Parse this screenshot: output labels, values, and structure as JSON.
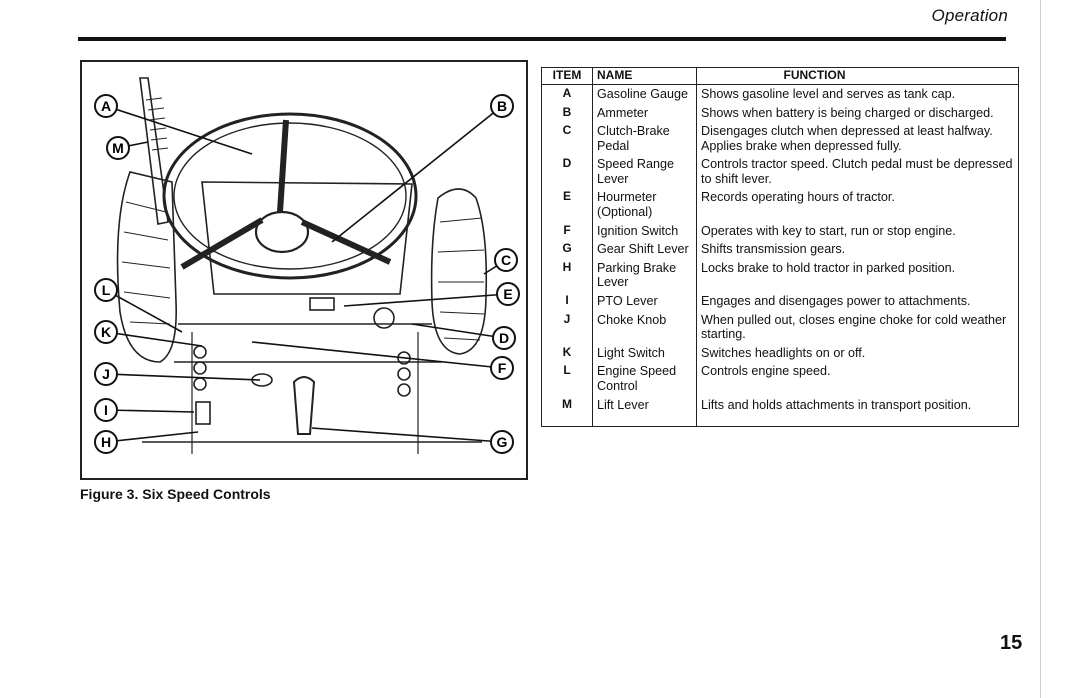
{
  "header": {
    "section_title": "Operation"
  },
  "figure": {
    "caption": "Figure 3. Six Speed Controls",
    "callouts": [
      "A",
      "B",
      "C",
      "D",
      "E",
      "F",
      "G",
      "H",
      "I",
      "J",
      "K",
      "L",
      "M"
    ]
  },
  "table": {
    "headers": {
      "item": "ITEM",
      "name": "NAME",
      "function": "FUNCTION"
    },
    "rows": [
      {
        "item": "A",
        "name": "Gasoline Gauge",
        "function": "Shows gasoline level and serves as tank cap."
      },
      {
        "item": "B",
        "name": "Ammeter",
        "function": "Shows when battery is being charged or discharged."
      },
      {
        "item": "C",
        "name": "Clutch-Brake Pedal",
        "function": "Disengages clutch when depressed at least halfway. Applies brake when depressed fully."
      },
      {
        "item": "D",
        "name": "Speed Range Lever",
        "function": "Controls tractor speed. Clutch pedal must be depressed to shift lever."
      },
      {
        "item": "E",
        "name": "Hourmeter (Optional)",
        "function": "Records operating hours of tractor."
      },
      {
        "item": "F",
        "name": "Ignition Switch",
        "function": "Operates with key to start, run or stop engine."
      },
      {
        "item": "G",
        "name": "Gear Shift Lever",
        "function": "Shifts transmission gears."
      },
      {
        "item": "H",
        "name": "Parking Brake Lever",
        "function": "Locks brake to hold tractor in parked position."
      },
      {
        "item": "I",
        "name": "PTO Lever",
        "function": "Engages and disengages power to attachments."
      },
      {
        "item": "J",
        "name": "Choke Knob",
        "function": "When pulled out, closes engine choke for cold weather starting."
      },
      {
        "item": "K",
        "name": "Light Switch",
        "function": "Switches headlights on or off."
      },
      {
        "item": "L",
        "name": "Engine Speed Control",
        "function": "Controls engine speed."
      },
      {
        "item": "M",
        "name": "Lift Lever",
        "function": "Lifts and holds attachments in transport position."
      }
    ]
  },
  "page_number": "15"
}
